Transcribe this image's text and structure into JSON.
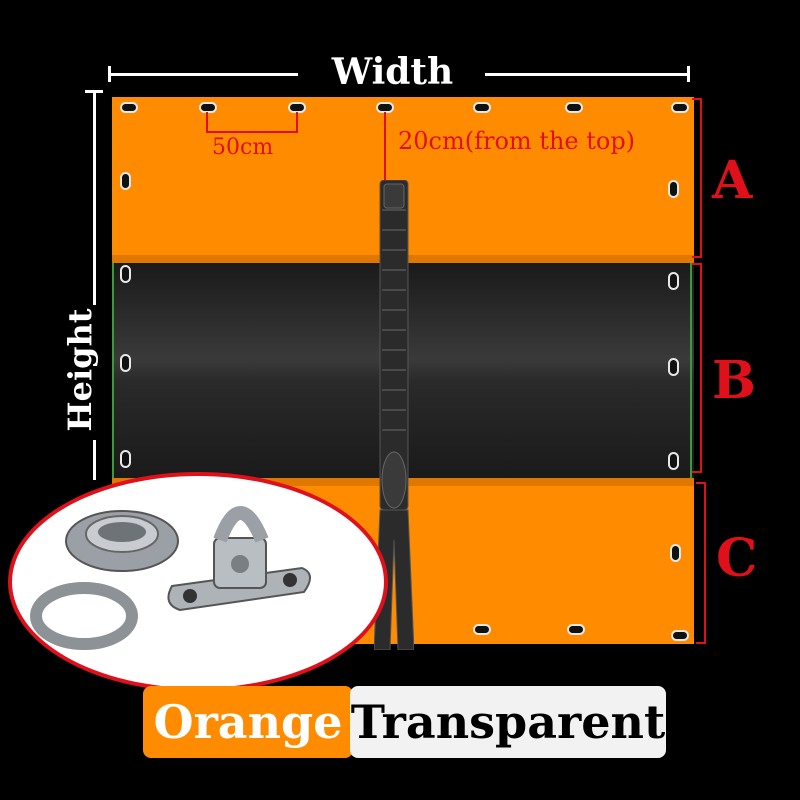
{
  "labels": {
    "width": "Width",
    "height": "Height",
    "spacing": "50cm",
    "offset": "20cm(from the top)"
  },
  "sections": [
    "A",
    "B",
    "C"
  ],
  "colors_legend": [
    {
      "label": "Orange",
      "color": "#ff8c00"
    },
    {
      "label": "Transparent",
      "color": "#f2f2f2"
    }
  ],
  "accent": "#e0101b",
  "icons": [
    "grommet-icon",
    "zipper-icon",
    "eyelet-hardware-icon",
    "turn-button-hardware-icon"
  ]
}
